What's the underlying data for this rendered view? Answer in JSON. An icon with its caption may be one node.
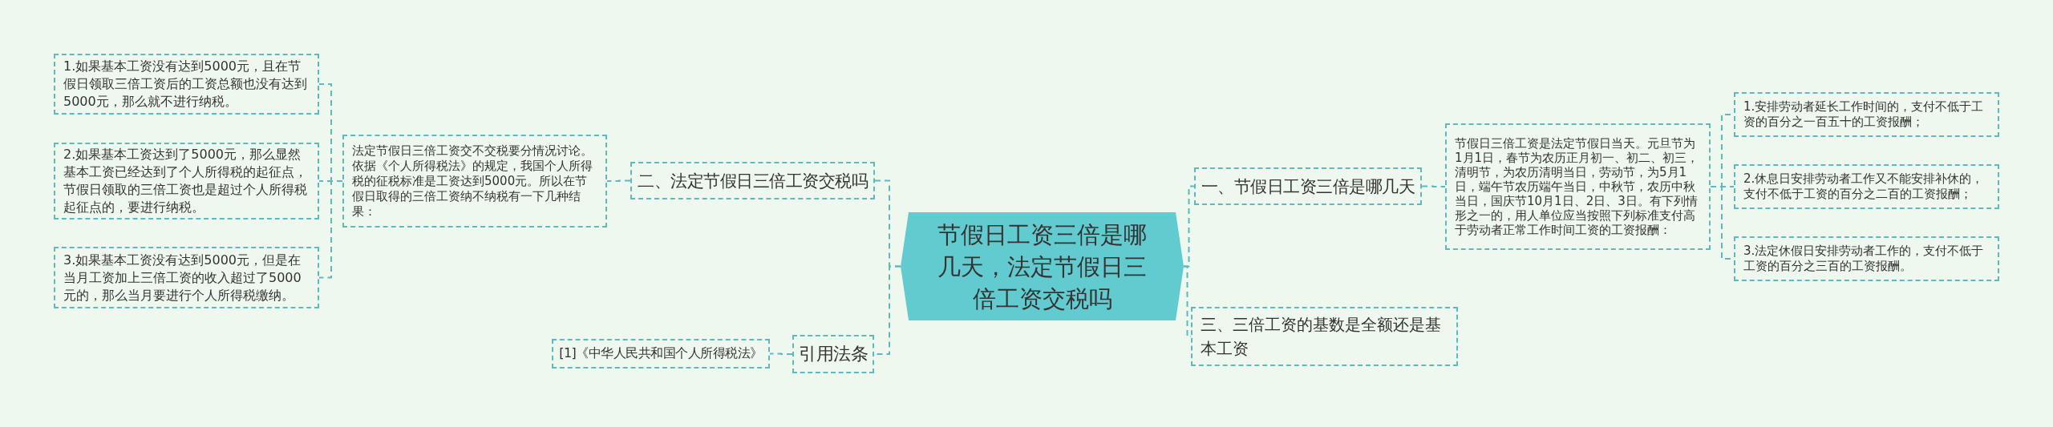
{
  "diagram": {
    "nodes": [
      {
        "text": [
          "节假日工资三倍是哪几天，法定节假日三倍工资交税吗"
        ]
      },
      {
        "text": [
          "一、节假日工资三倍是哪几天"
        ]
      },
      {
        "text": [
          "节假日三倍工资是法定节假日当天。元旦节为1月1日，春节为农历正月初一、初二、初三，清明节，为农历清明当日，劳动节，为5月1日，端午节农历端午当日，中秋节，农历中秋当日，国庆节10月1日、2日、3日。有下列情形之一的，用人单位应当按照下列标准支付高于劳动者正常工作时间工资的工资报酬："
        ]
      },
      {
        "text": [
          "1.安排劳动者延长工作时间的，支付不低于工资的百分之一百五十的工资报酬；"
        ]
      },
      {
        "text": [
          "2.休息日安排劳动者工作又不能安排补休的，支付不低于工资的百分之二百的工资报酬；"
        ]
      },
      {
        "text": [
          "3.法定休假日安排劳动者工作的，支付不低于工资的百分之三百的工资报酬。"
        ]
      },
      {
        "text": [
          "三、三倍工资的基数是全额还是基本工资"
        ]
      },
      {
        "text": [
          "二、法定节假日三倍工资交税吗"
        ]
      },
      {
        "text": [
          "法定节假日三倍工资交不交税要分情况讨论。依据《个人所得税法》的规定，我国个人所得税的征税标准是工资达到5000元。所以在节假日取得的三倍工资纳不纳税有一下几种结果："
        ]
      },
      {
        "text": [
          "1.如果基本工资没有达到5000元，且在节假日领取三倍工资后的工资总额也没有达到5000元，那么就不进行纳税。"
        ]
      },
      {
        "text": [
          "2.如果基本工资达到了5000元，那么显然基本工资已经达到了个人所得税的起征点，节假日领取的三倍工资也是超过个人所得税起征点的，要进行纳税。"
        ]
      },
      {
        "text": [
          "3.如果基本工资没有达到5000元，但是在当月工资加上三倍工资的收入超过了5000元的，那么当月要进行个人所得税缴纳。"
        ]
      },
      {
        "text": [
          "引用法条"
        ]
      },
      {
        "text": [
          "[1]《中华人民共和国个人所得税法》"
        ]
      }
    ],
    "edges": [
      {
        "from": 0,
        "to": 1,
        "arrow": "none"
      },
      {
        "from": 1,
        "to": 2,
        "arrow": "none"
      },
      {
        "from": 2,
        "to": 3,
        "arrow": "none"
      },
      {
        "from": 2,
        "to": 4,
        "arrow": "none"
      },
      {
        "from": 2,
        "to": 5,
        "arrow": "none"
      },
      {
        "from": 0,
        "to": 6,
        "arrow": "none"
      },
      {
        "from": 0,
        "to": 7,
        "arrow": "none"
      },
      {
        "from": 7,
        "to": 8,
        "arrow": "none"
      },
      {
        "from": 8,
        "to": 9,
        "arrow": "none"
      },
      {
        "from": 8,
        "to": 10,
        "arrow": "none"
      },
      {
        "from": 8,
        "to": 11,
        "arrow": "none"
      },
      {
        "from": 0,
        "to": 12,
        "arrow": "none"
      },
      {
        "from": 12,
        "to": 13,
        "arrow": "none"
      }
    ]
  }
}
